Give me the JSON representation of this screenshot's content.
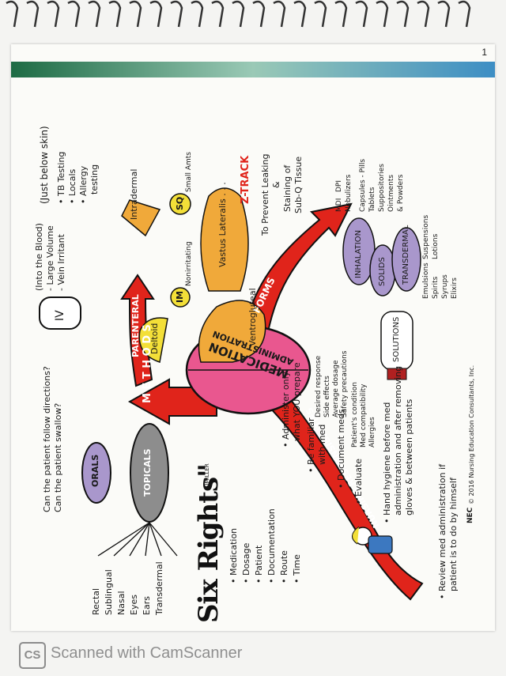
{
  "page_number": "1",
  "title": {
    "prefix": "Six Rights",
    "suffix": "\""
  },
  "central": {
    "line1": "MEDICATION",
    "line2": "ADMINISTRATION"
  },
  "branches": {
    "methods": "M E T H O D S",
    "forms": "FORMS",
    "nursing": "NURSING RESPONSIBILITIES"
  },
  "six_rights": [
    "• Medication",
    "• Dosage",
    "• Patient",
    "• Documentation",
    "• Route",
    "• Time"
  ],
  "orals": {
    "label": "ORALS",
    "q1": "Can the patient follow directions?",
    "q2": "Can the patient swallow?"
  },
  "topicals": {
    "label": "TOPICALS",
    "items": [
      "Rectal",
      "Sublingual",
      "Nasal",
      "Eyes",
      "Ears",
      "Transdermal"
    ]
  },
  "parenteral": {
    "label": "PARENTERAL",
    "iv": {
      "label": "IV",
      "lines": [
        "(Into the Blood)",
        "- Large Volume",
        "- Vein Irritant"
      ]
    },
    "intradermal": {
      "label": "Intradermal",
      "note": "(Just below skin)",
      "items": [
        "• TB Testing",
        "• Locals",
        "• Allergy",
        "testing"
      ]
    },
    "sq": {
      "label": "SQ",
      "note": "Small Amts"
    },
    "im": {
      "label": "IM",
      "note": "Nonirritating"
    },
    "sites": [
      "Deltoid",
      "Ventrogluteal",
      "Vastus Lateralis . . ."
    ],
    "ztrack": {
      "label": "Z-TRACK",
      "lines": [
        "To Prevent Leaking",
        "&",
        "Staining of",
        "Sub-Q Tissue"
      ]
    }
  },
  "forms": {
    "inhalation": {
      "label": "INHALATION",
      "items": [
        "MDI",
        "DPI",
        "Nebulizers"
      ]
    },
    "solids": {
      "label": "SOLIDS",
      "items": [
        "Capsules - Pills",
        "Tablets",
        "Suppositories",
        "Ointments",
        "& Powders"
      ]
    },
    "transdermal": {
      "label": "TRANSDERMAL"
    },
    "solutions": {
      "label": "SOLUTIONS",
      "items": [
        "Emulsions",
        "Spirits",
        "Syrups",
        "Elixirs",
        "Suspensions",
        "Lotions"
      ]
    }
  },
  "nursing": {
    "administer": [
      "• Administer only",
      "what YOU prepare"
    ],
    "familiar": {
      "label": "• Be familiar",
      "with": "with med",
      "items": [
        "Desired response",
        "Side effects",
        "Average dosage",
        "Safety precautions"
      ]
    },
    "document": "• Document meds",
    "evaluate": {
      "label": "• Evaluate",
      "items": [
        "Patient's condition",
        "Med compatibility",
        "Allergies"
      ]
    },
    "hygiene": [
      "• Hand hygiene before med",
      "administration and after removing",
      "gloves & between patients"
    ],
    "review": [
      "• Review med administration if",
      "patient is to do by himself"
    ]
  },
  "signature": "SJMILLER",
  "copyright": "© 2016 Nursing Education Consultants, Inc.",
  "publisher_mark": "NEC",
  "scanner": {
    "logo": "CS",
    "text": "Scanned with CamScanner"
  },
  "colors": {
    "red": "#e0241b",
    "orange": "#f0a93a",
    "pink": "#e9578f",
    "gray": "#8d8d8d",
    "purple": "#a997cc",
    "yellow": "#f3df38"
  }
}
